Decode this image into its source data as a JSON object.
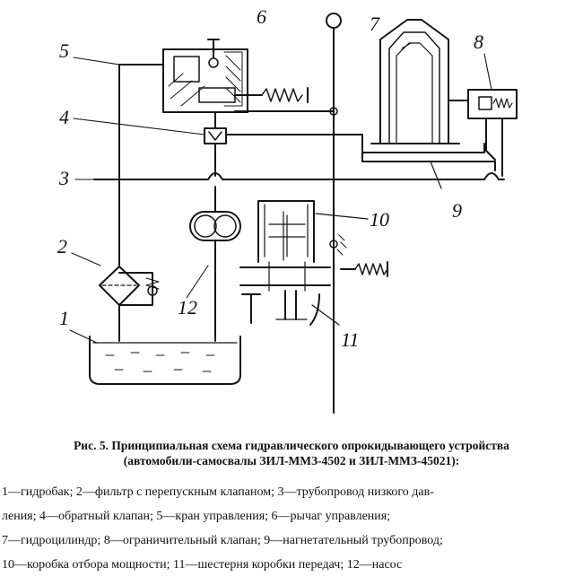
{
  "labels": {
    "n1": "1",
    "n2": "2",
    "n3": "3",
    "n4": "4",
    "n5": "5",
    "n6": "6",
    "n7": "7",
    "n8": "8",
    "n9": "9",
    "n10": "10",
    "n11": "11",
    "n12": "12"
  },
  "caption": {
    "title_line1": "Рис. 5. Принципиальная схема гидравлического опрокидывающего устройства",
    "title_line2": "(автомобили-самосвалы ЗИЛ-ММЗ-4502 и ЗИЛ-ММЗ-45021):"
  },
  "legend": {
    "line1": "1—гидробак; 2—фильтр с перепускным клапаном; 3—трубопровод низкого дав-",
    "line2": "ления; 4—обратный клапан; 5—кран управления; 6—рычаг управления;",
    "line3": "7—гидроцилиндр; 8—ограничительный клапан; 9—нагнетательный трубопровод;",
    "line4": "10—коробка отбора мощности; 11—шестерня коробки передач; 12—насос"
  }
}
